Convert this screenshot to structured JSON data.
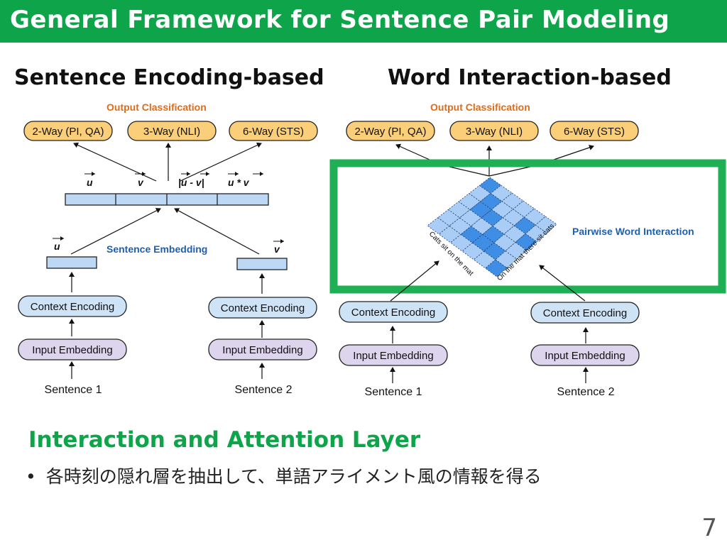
{
  "header": {
    "title": "General Framework for Sentence Pair Modeling"
  },
  "left": {
    "title": "Sentence Encoding-based",
    "output_label": "Output Classification",
    "outputs": [
      "2-Way (PI, QA)",
      "3-Way (NLI)",
      "6-Way (STS)"
    ],
    "features": [
      "u",
      "v",
      "|u - v|",
      "u * v"
    ],
    "embedding_label": "Sentence Embedding",
    "u_label": "u",
    "v_label": "v",
    "context_encoding": "Context Encoding",
    "input_embedding": "Input Embedding",
    "sentence1": "Sentence 1",
    "sentence2": "Sentence 2"
  },
  "right": {
    "title": "Word Interaction-based",
    "output_label": "Output Classification",
    "outputs": [
      "2-Way (PI, QA)",
      "3-Way (NLI)",
      "6-Way (STS)"
    ],
    "interaction_label": "Pairwise Word Interaction",
    "words_left": "Cats  sit  on  the  mat",
    "words_right": "On the mat there sit cats",
    "context_encoding": "Context Encoding",
    "input_embedding": "Input Embedding",
    "sentence1": "Sentence 1",
    "sentence2": "Sentence 2"
  },
  "section": {
    "title": "Interaction and Attention Layer"
  },
  "bullet": {
    "text": "各時刻の隠れ層を抽出して、単語アライメント風の情報を得る"
  },
  "page_number": "7",
  "colors": {
    "header_green": "#0ea54a",
    "output_box": "#fbcf7a",
    "context_box": "#cfe3f7",
    "input_box": "#ddd5ee",
    "feature_box": "#bcd8f5",
    "highlight_frame": "#1fb055",
    "matrix_light": "#a9cdf6",
    "matrix_dark": "#3f8ee6"
  }
}
